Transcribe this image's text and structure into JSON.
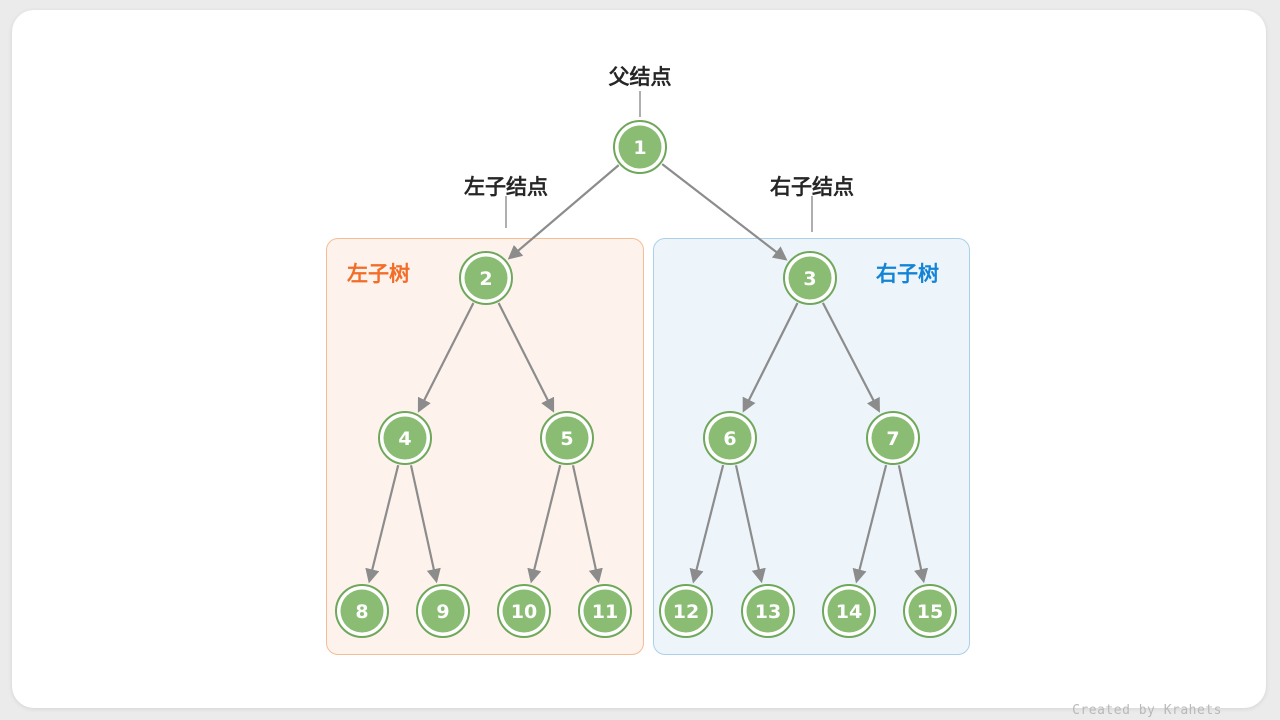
{
  "labels": {
    "parent": "父结点",
    "left_child": "左子结点",
    "right_child": "右子结点",
    "left_subtree": "左子树",
    "right_subtree": "右子树"
  },
  "watermark": "Created by Krahets",
  "colors": {
    "node_fill": "#8abd73",
    "node_ring": "#6fa75b",
    "node_text": "#ffffff",
    "edge": "#8c8c8c",
    "tick": "#9b9b9b",
    "label_text": "#262626",
    "left_subtree_label": "#f26d28",
    "left_box_border": "#f5bd93",
    "left_box_fill": "#fdf3ec",
    "right_subtree_label": "#1484d6",
    "right_box_border": "#abd0e9",
    "right_box_fill": "#edf5fb"
  },
  "tree": {
    "nodes": [
      1,
      2,
      3,
      4,
      5,
      6,
      7,
      8,
      9,
      10,
      11,
      12,
      13,
      14,
      15
    ],
    "edges": [
      [
        1,
        2
      ],
      [
        1,
        3
      ],
      [
        2,
        4
      ],
      [
        2,
        5
      ],
      [
        3,
        6
      ],
      [
        3,
        7
      ],
      [
        4,
        8
      ],
      [
        4,
        9
      ],
      [
        5,
        10
      ],
      [
        5,
        11
      ],
      [
        6,
        12
      ],
      [
        6,
        13
      ],
      [
        7,
        14
      ],
      [
        7,
        15
      ]
    ]
  }
}
